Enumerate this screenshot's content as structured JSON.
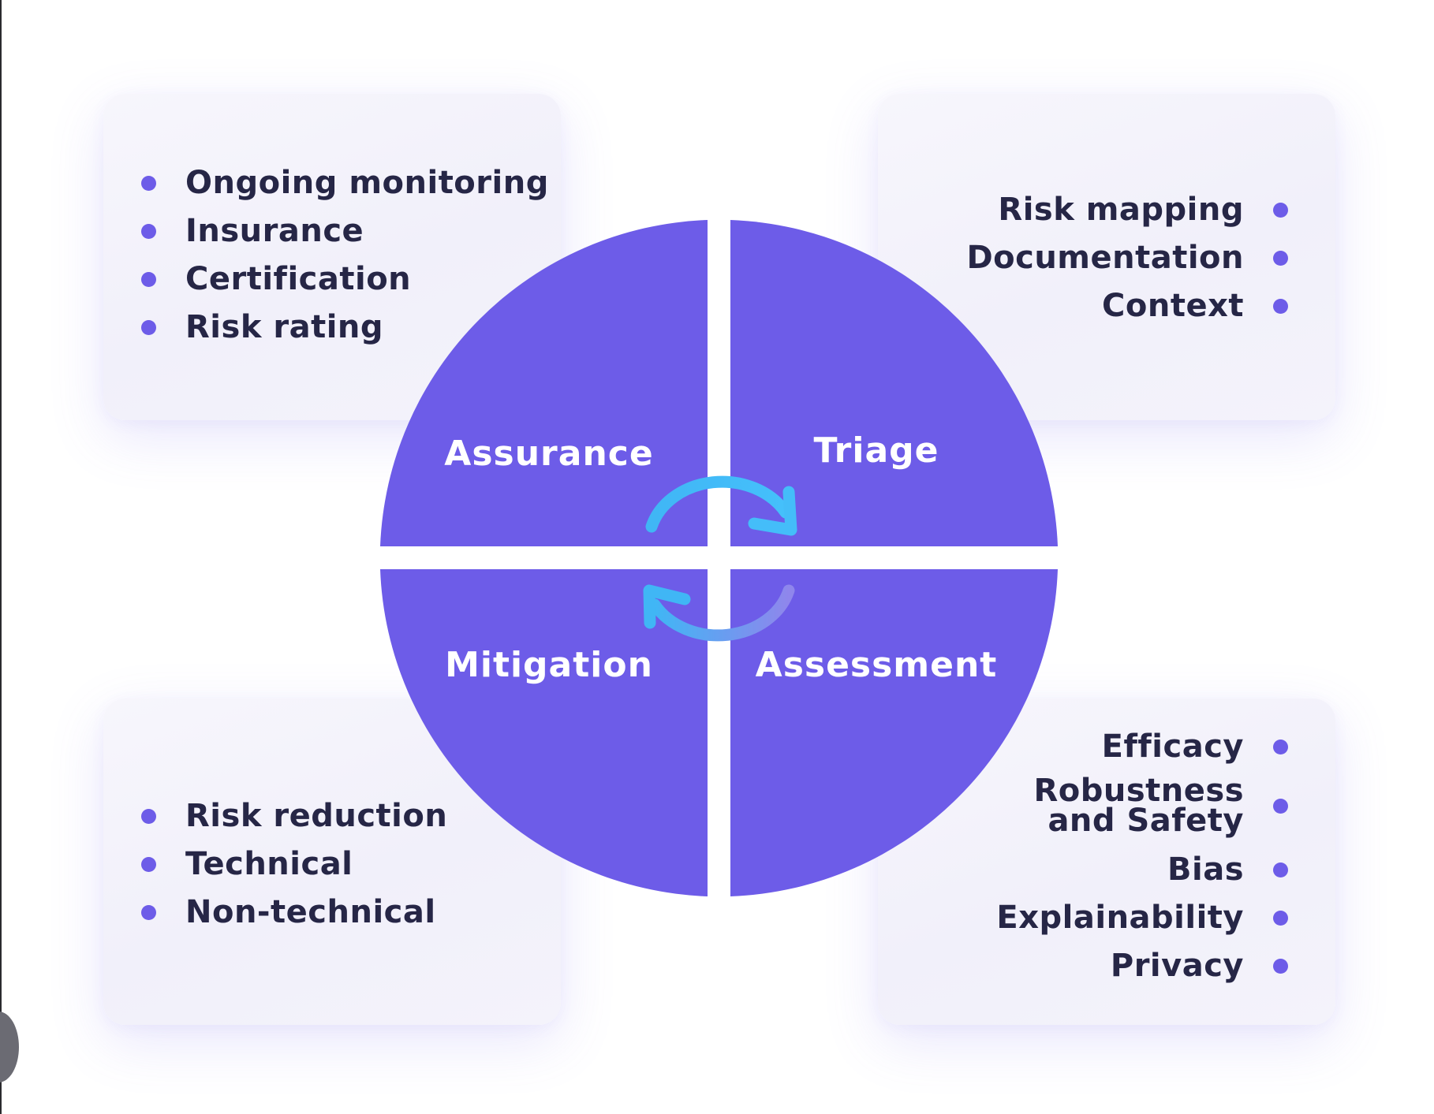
{
  "colors": {
    "quadrant": "#6d5ce8",
    "arrow": "#40b6f5",
    "text_dark": "#262646",
    "bullet": "#6d5ce8",
    "quadrant_text": "#ffffff"
  },
  "quadrants": {
    "top_left": {
      "label": "Assurance"
    },
    "top_right": {
      "label": "Triage"
    },
    "bottom_left": {
      "label": "Mitigation"
    },
    "bottom_right": {
      "label": "Assessment"
    }
  },
  "cards": {
    "top_left": {
      "items": [
        "Ongoing monitoring",
        "Insurance",
        "Certification",
        "Risk rating"
      ]
    },
    "top_right": {
      "items": [
        "Risk mapping",
        "Documentation",
        "Context"
      ]
    },
    "bottom_left": {
      "items": [
        "Risk reduction",
        "Technical",
        "Non-technical"
      ]
    },
    "bottom_right": {
      "items": [
        "Efficacy",
        "Robustness",
        "and Safety",
        "Bias",
        "Explainability",
        "Privacy"
      ]
    }
  },
  "icons": {
    "cycle_top": "arrow-cycle-clockwise-icon",
    "cycle_bottom": "arrow-cycle-return-icon",
    "bullet": "bullet-dot-icon"
  }
}
